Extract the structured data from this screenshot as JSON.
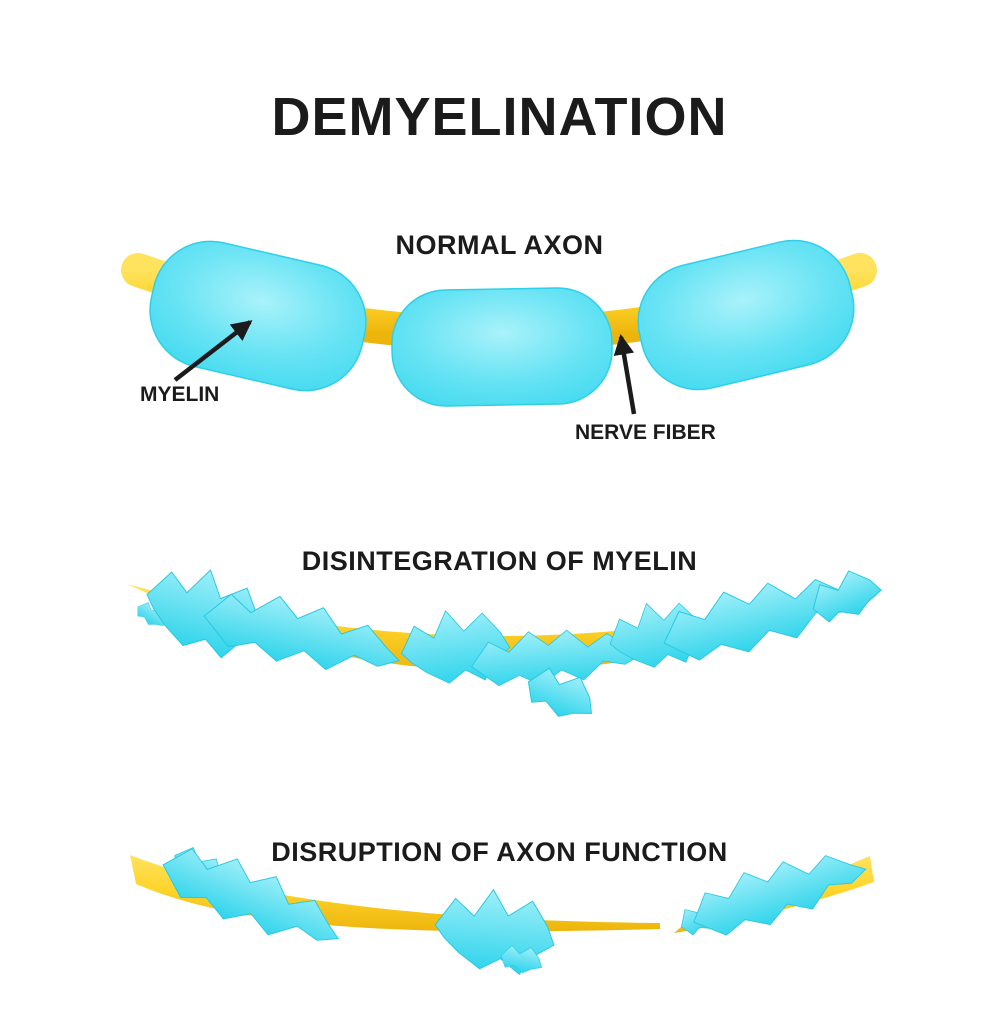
{
  "title": "DEMYELINATION",
  "sections": [
    {
      "id": "normal-axon",
      "label": "NORMAL AXON",
      "annotations": [
        {
          "label": "MYELIN",
          "target": "myelin sheath"
        },
        {
          "label": "NERVE FIBER",
          "target": "axon between sheaths"
        }
      ]
    },
    {
      "id": "disintegration-of-myelin",
      "label": "DISINTEGRATION OF MYELIN",
      "annotations": []
    },
    {
      "id": "disruption-of-axon-function",
      "label": "DISRUPTION OF AXON FUNCTION",
      "annotations": []
    }
  ],
  "colors": {
    "background": "#FFFFFF",
    "text": "#1B1B1B",
    "myelin_cyan": "#45DCEF",
    "myelin_highlight": "#A9F2FA",
    "nerve_fiber_yellow": "#FFD42B",
    "nerve_fiber_shadow": "#EDB50C"
  }
}
